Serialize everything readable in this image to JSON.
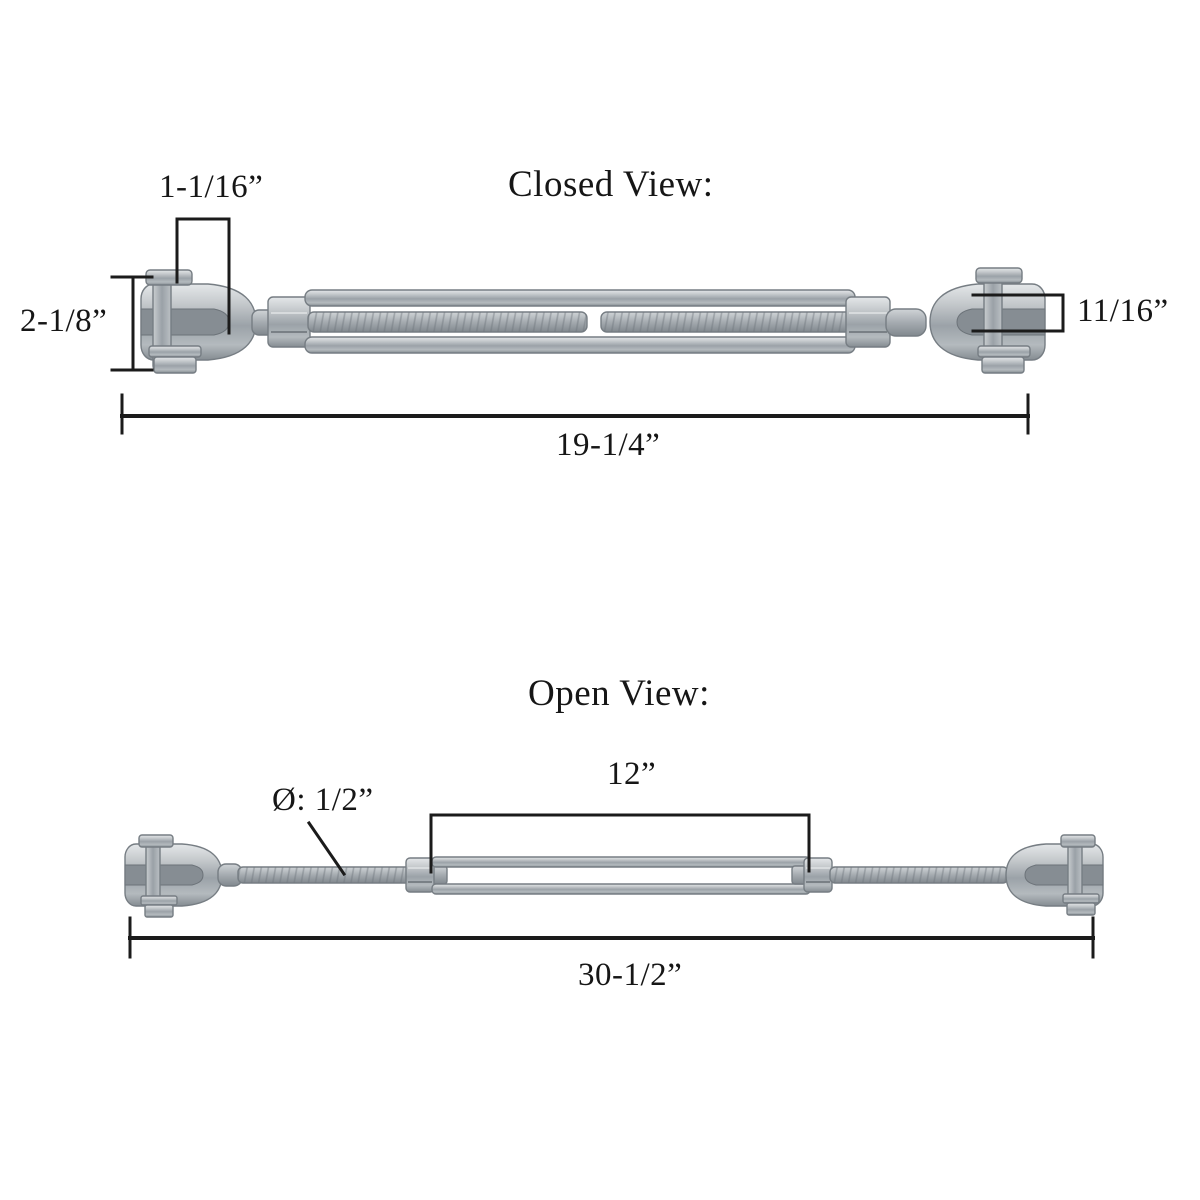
{
  "colors": {
    "background": "#ffffff",
    "line": "#1b1b1b",
    "text": "#161616",
    "metal_light": "#d8dbdd",
    "metal_mid": "#abb1b5",
    "metal_dark": "#7e868c"
  },
  "closed_view": {
    "title": "Closed View:",
    "jaw_width_label": "1-1/16”",
    "jaw_height_label": "2-1/8”",
    "pin_gap_label": "11/16”",
    "overall_length_label": "19-1/4”"
  },
  "open_view": {
    "title": "Open View:",
    "body_length_label": "12”",
    "diameter_label": "Ø: 1/2”",
    "overall_length_label": "30-1/2”"
  }
}
